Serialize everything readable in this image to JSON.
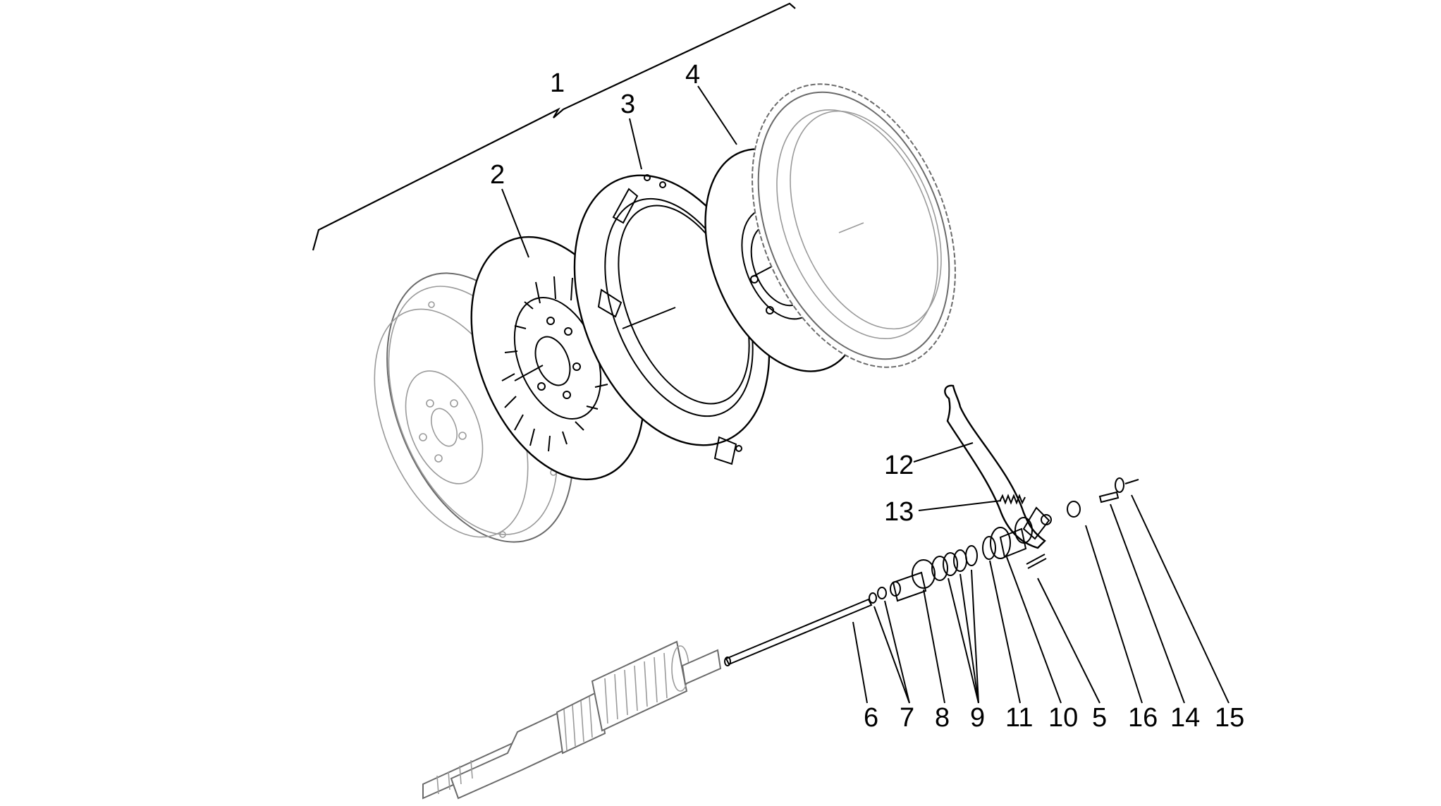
{
  "diagram": {
    "callouts": [
      {
        "key": "c1",
        "label": "1"
      },
      {
        "key": "c2",
        "label": "2"
      },
      {
        "key": "c3",
        "label": "3"
      },
      {
        "key": "c4",
        "label": "4"
      },
      {
        "key": "c12",
        "label": "12"
      },
      {
        "key": "c13",
        "label": "13"
      },
      {
        "key": "c6",
        "label": "6"
      },
      {
        "key": "c7",
        "label": "7"
      },
      {
        "key": "c8",
        "label": "8"
      },
      {
        "key": "c9",
        "label": "9"
      },
      {
        "key": "c11",
        "label": "11"
      },
      {
        "key": "c10",
        "label": "10"
      },
      {
        "key": "c5",
        "label": "5"
      },
      {
        "key": "c16",
        "label": "16"
      },
      {
        "key": "c14",
        "label": "14"
      },
      {
        "key": "c15",
        "label": "15"
      }
    ],
    "line_color": "#000000",
    "part_color": "#6a6a6a"
  }
}
